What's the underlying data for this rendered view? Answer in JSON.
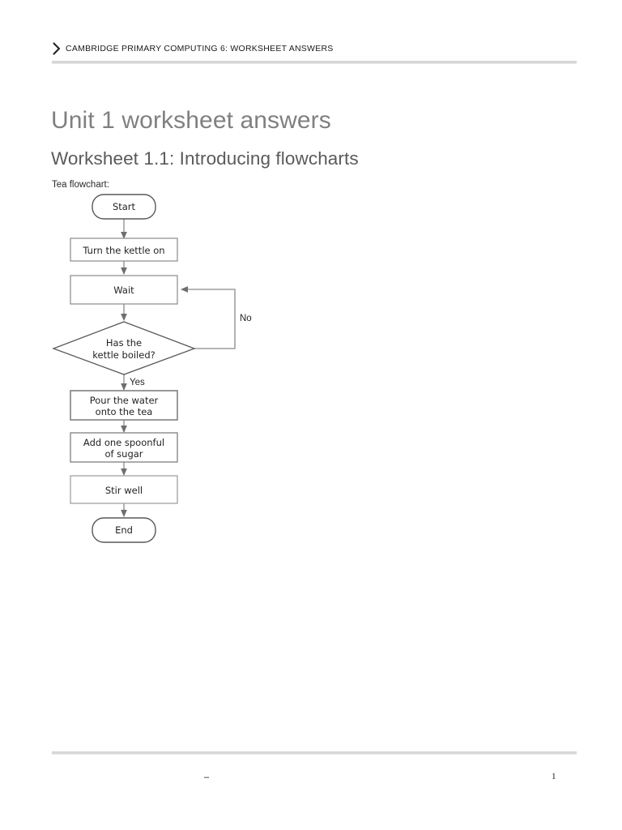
{
  "header": {
    "chevron_icon": "chevron-right-icon",
    "title": "CAMBRIDGE PRIMARY COMPUTING 6: WORKSHEET ANSWERS"
  },
  "document": {
    "title": "Unit 1 worksheet answers",
    "section_heading": "Worksheet 1.1: Introducing flowcharts",
    "intro_text": "Tea flowchart:"
  },
  "flowchart": {
    "nodes": [
      {
        "id": "start",
        "shape": "terminator",
        "label": "Start"
      },
      {
        "id": "kettle",
        "shape": "process",
        "label": "Turn the kettle on"
      },
      {
        "id": "wait",
        "shape": "process",
        "label": "Wait"
      },
      {
        "id": "decide",
        "shape": "decision",
        "label_line1": "Has the",
        "label_line2": "kettle boiled?"
      },
      {
        "id": "pour",
        "shape": "process",
        "label_line1": "Pour the water",
        "label_line2": "onto the tea"
      },
      {
        "id": "sugar",
        "shape": "process",
        "label_line1": "Add one spoonful",
        "label_line2": "of sugar"
      },
      {
        "id": "stir",
        "shape": "process",
        "label": "Stir well"
      },
      {
        "id": "end",
        "shape": "terminator",
        "label": "End"
      }
    ],
    "edge_labels": {
      "no": "No",
      "yes": "Yes"
    },
    "stroke_color": "#808080",
    "text_color": "#231f20"
  },
  "footer": {
    "dash": "–",
    "page_number": "1"
  }
}
